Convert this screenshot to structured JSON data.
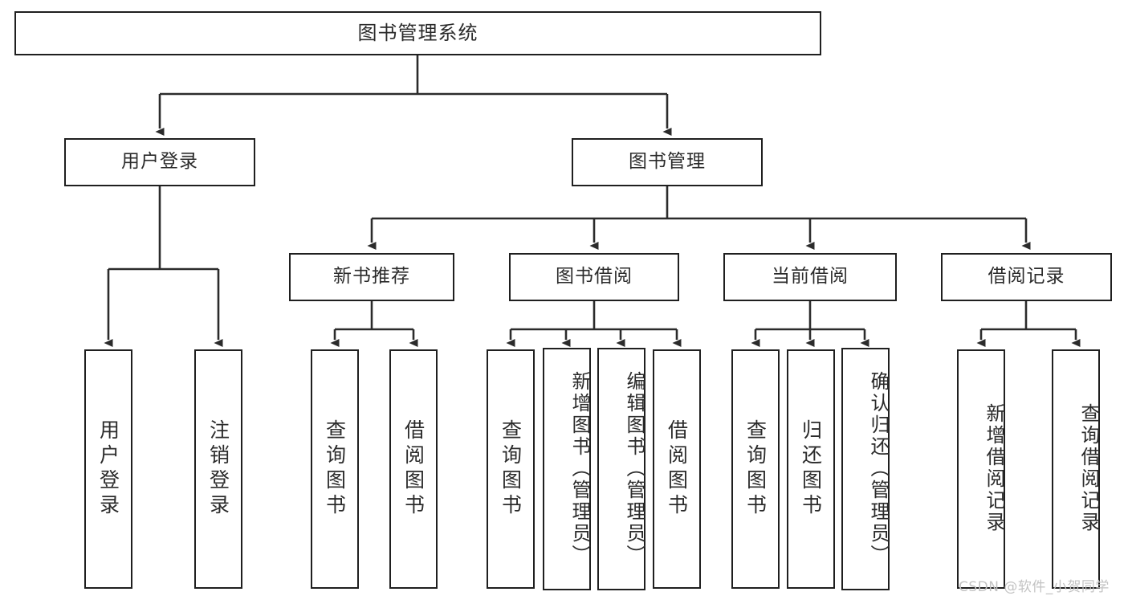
{
  "diagram": {
    "type": "tree",
    "title": "图书管理系统",
    "watermark": "CSDN @软件_小贺同学",
    "colors": {
      "box_border": "#1f1f1f",
      "box_fill": "#ffffff",
      "text": "#2b2b2b",
      "connector": "#2b2b2b",
      "watermark": "#c3c3c3",
      "background": "#ffffff"
    },
    "nodes": {
      "root": {
        "label": "图书管理系统"
      },
      "level2": [
        {
          "id": "user-login",
          "label": "用户登录"
        },
        {
          "id": "book-manage",
          "label": "图书管理"
        }
      ],
      "level3": [
        {
          "id": "new-book-rec",
          "label": "新书推荐"
        },
        {
          "id": "book-borrow",
          "label": "图书借阅"
        },
        {
          "id": "current-borrow",
          "label": "当前借阅"
        },
        {
          "id": "borrow-record",
          "label": "借阅记录"
        }
      ],
      "leaves": {
        "user_login": [
          {
            "id": "leaf-user-login",
            "label": "用户登录"
          },
          {
            "id": "leaf-logout-login",
            "label": "注销登录"
          }
        ],
        "new_book_rec": [
          {
            "id": "leaf-query-book-1",
            "label": "查询图书"
          },
          {
            "id": "leaf-borrow-book-1",
            "label": "借阅图书"
          }
        ],
        "book_borrow": [
          {
            "id": "leaf-query-book-2",
            "label": "查询图书"
          },
          {
            "id": "leaf-add-book",
            "label": "新增图书（管理员）"
          },
          {
            "id": "leaf-edit-book",
            "label": "编辑图书（管理员）"
          },
          {
            "id": "leaf-borrow-book-2",
            "label": "借阅图书"
          }
        ],
        "current_borrow": [
          {
            "id": "leaf-query-book-3",
            "label": "查询图书"
          },
          {
            "id": "leaf-return-book",
            "label": "归还图书"
          },
          {
            "id": "leaf-confirm-return",
            "label": "确认归还（管理员）"
          }
        ],
        "borrow_record": [
          {
            "id": "leaf-add-record",
            "label": "新增借阅记录"
          },
          {
            "id": "leaf-query-record",
            "label": "查询借阅记录"
          }
        ]
      }
    }
  }
}
